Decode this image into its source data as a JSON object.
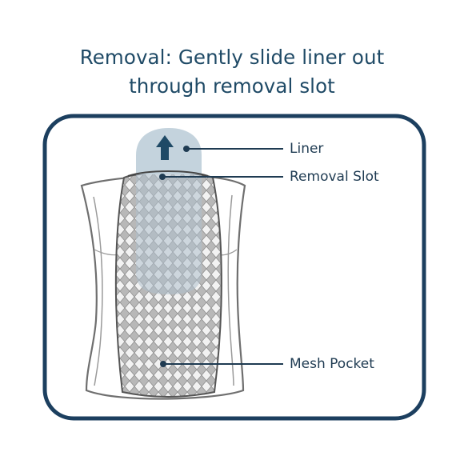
{
  "title": {
    "line1": "Removal: Gently slide liner out",
    "line2": "through removal slot"
  },
  "labels": {
    "liner": "Liner",
    "removal_slot": "Removal Slot",
    "mesh_pocket": "Mesh Pocket"
  },
  "colors": {
    "title": "#1f4a66",
    "frame": "#1c3f5f",
    "liner_fill": "#c4d3dd",
    "arrow": "#1f4a66",
    "mesh": "#bfbfbf",
    "outline": "#6f6f6f"
  },
  "icons": {
    "arrow": "up-arrow-icon"
  }
}
